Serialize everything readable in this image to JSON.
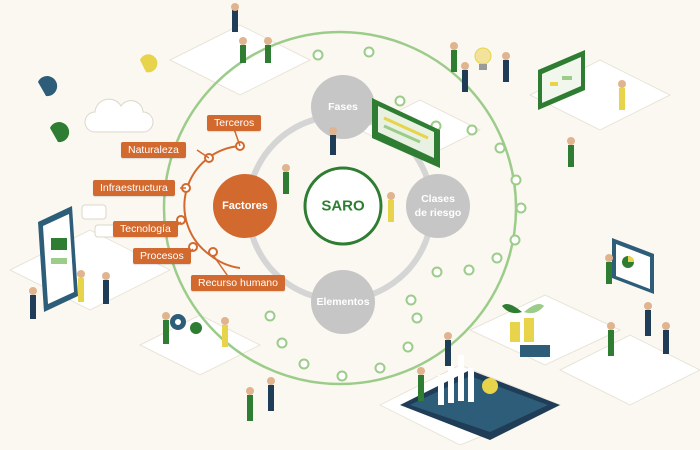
{
  "diagram": {
    "center": {
      "label": "SARO"
    },
    "factors": {
      "label": "Factores"
    },
    "fases": {
      "label": "Fases"
    },
    "clases": {
      "label_line1": "Clases",
      "label_line2": "de riesgo"
    },
    "elementos": {
      "label": "Elementos"
    },
    "factor_items": [
      {
        "label": "Terceros"
      },
      {
        "label": "Naturaleza"
      },
      {
        "label": "Infraestructura"
      },
      {
        "label": "Tecnología"
      },
      {
        "label": "Procesos"
      },
      {
        "label": "Recurso humano"
      }
    ]
  },
  "colors": {
    "accent_orange": "#d2692e",
    "brand_green": "#2e7d32",
    "node_grey": "#c6c6c6",
    "ring_green": "#8fc07a",
    "background": "#fbf8f1"
  }
}
